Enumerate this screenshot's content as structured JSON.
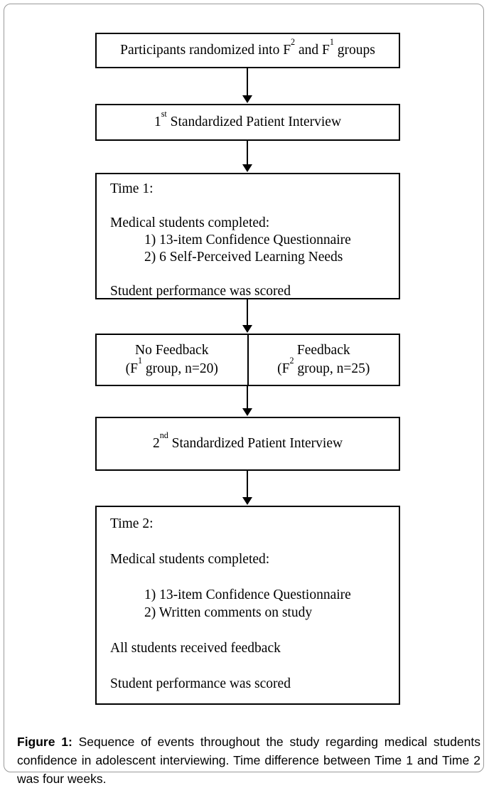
{
  "colors": {
    "panel_border": "#9a9a9a",
    "box_border": "#000000",
    "text": "#000000",
    "background": "#ffffff"
  },
  "flowchart": {
    "randomization": {
      "pre": "Participants randomized into F",
      "sup1": "2",
      "mid": " and F",
      "sup2": "1",
      "post": " groups"
    },
    "interview1": {
      "num": "1",
      "sup": "st",
      "rest": " Standardized Patient Interview"
    },
    "time1": {
      "title": "Time 1:",
      "completed": "Medical students completed:",
      "item1": "1) 13-item Confidence Questionnaire",
      "item2": "2) 6 Self-Perceived Learning Needs",
      "scored": "Student performance was scored"
    },
    "groups": {
      "left": {
        "line1": "No Feedback",
        "pre": "(F",
        "sup": "1",
        "post": " group, n=20)"
      },
      "right": {
        "line1": "Feedback",
        "pre": "(F",
        "sup": "2",
        "post": " group, n=25)"
      }
    },
    "interview2": {
      "num": "2",
      "sup": "nd",
      "rest": " Standardized Patient Interview"
    },
    "time2": {
      "title": "Time 2:",
      "completed": "Medical students completed:",
      "item1": "1) 13-item Confidence Questionnaire",
      "item2": "2) Written comments on study",
      "feedback": "All students received feedback",
      "scored": "Student performance was scored"
    }
  },
  "figure_caption": {
    "label": "Figure 1:",
    "text": "Sequence of events throughout the study regarding medical students confidence in adolescent interviewing. Time difference between Time 1 and Time 2 was four weeks."
  }
}
